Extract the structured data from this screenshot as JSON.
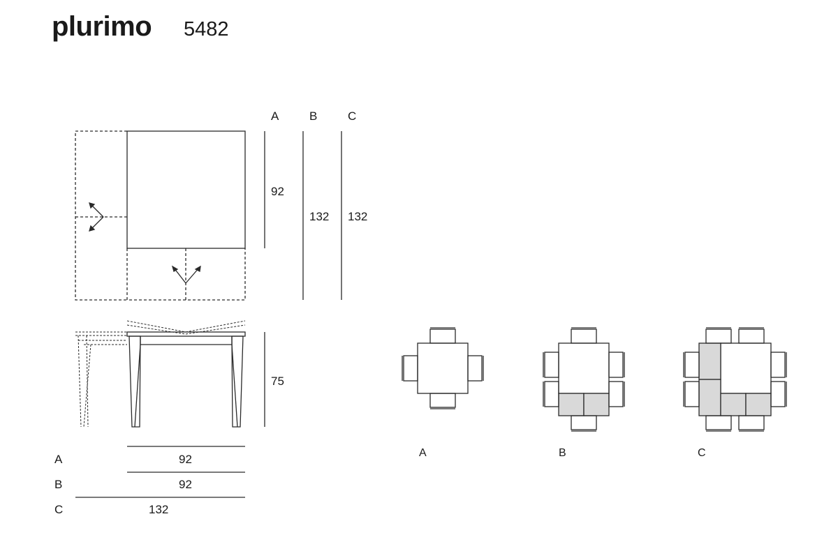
{
  "header": {
    "model_name": "plurimo",
    "model_code": "5482"
  },
  "top_view": {
    "column_labels": [
      "A",
      "B",
      "C"
    ],
    "depths": {
      "A": "92",
      "B": "132",
      "C": "132"
    }
  },
  "side_view": {
    "height": "75"
  },
  "widths_table": [
    {
      "label": "A",
      "value": "92"
    },
    {
      "label": "B",
      "value": "92"
    },
    {
      "label": "C",
      "value": "132"
    }
  ],
  "seating_layouts": [
    {
      "label": "A",
      "seats": 4
    },
    {
      "label": "B",
      "seats": 6
    },
    {
      "label": "C",
      "seats": 8
    }
  ],
  "colors": {
    "line": "#2a2a2a",
    "extension_fill": "#d9d9d9",
    "background": "#ffffff"
  }
}
